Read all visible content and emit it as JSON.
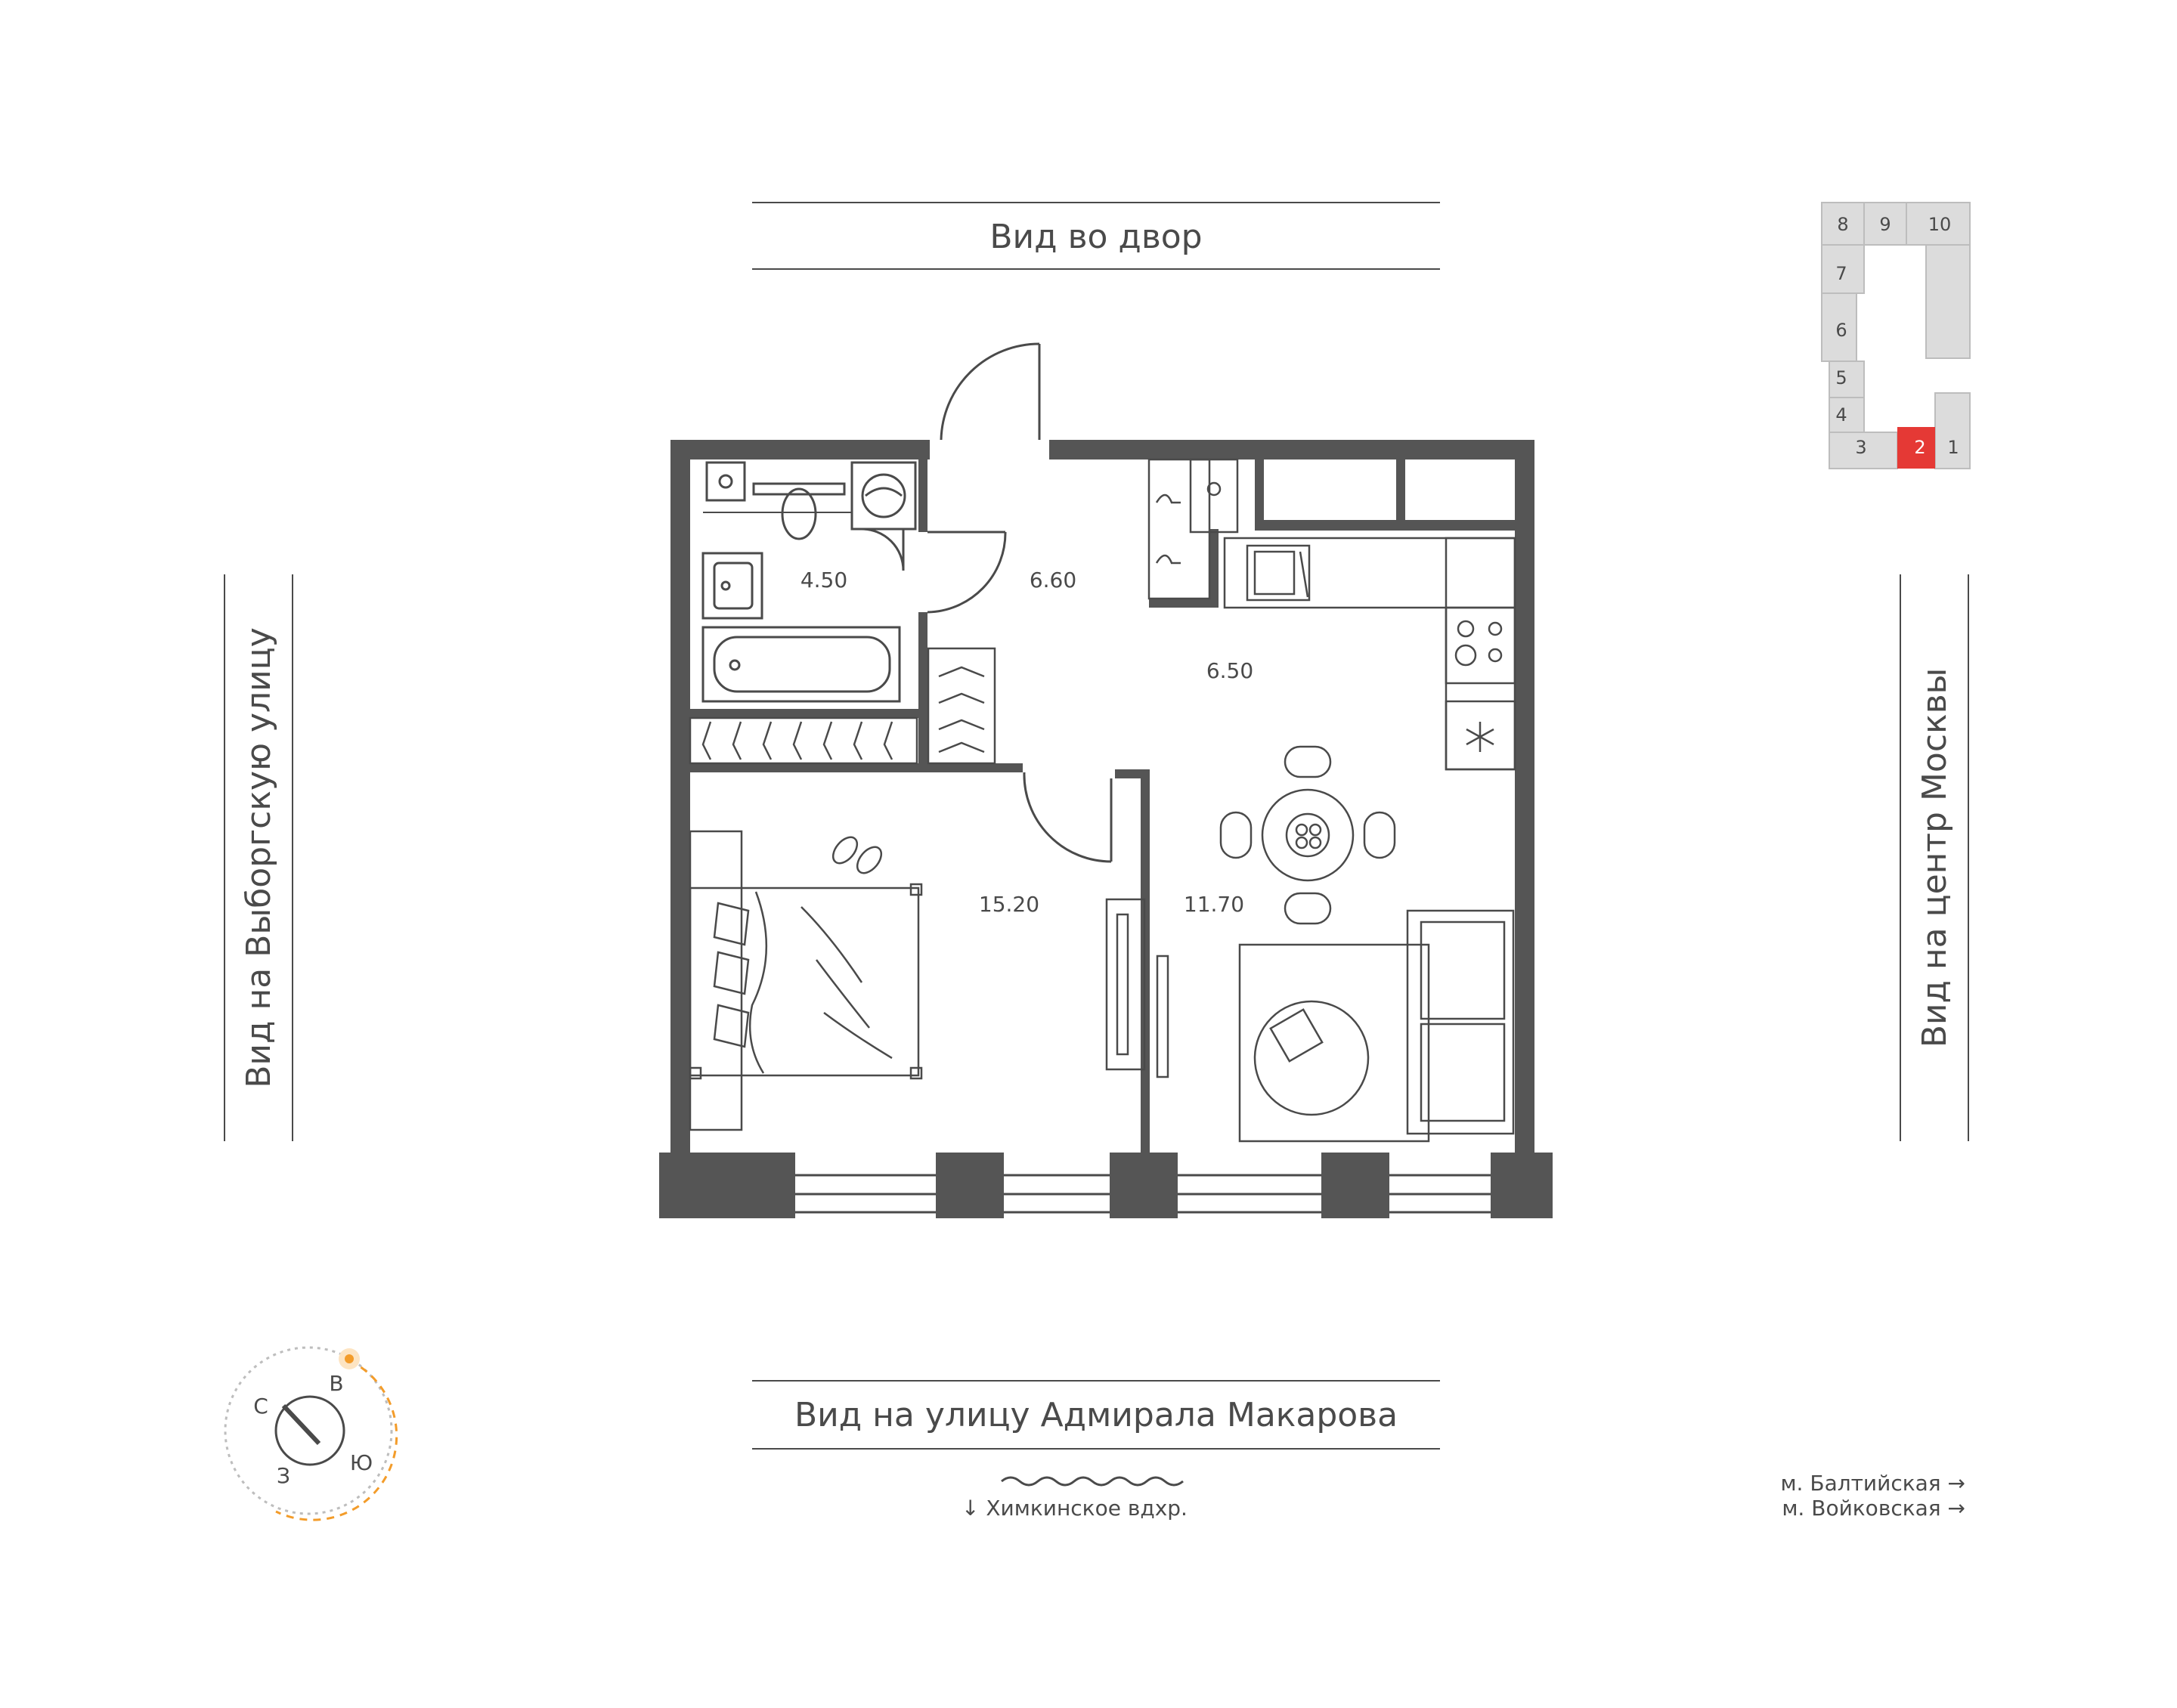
{
  "views": {
    "top": "Вид во двор",
    "bottom": "Вид на улицу Адмирала Макарова",
    "left": "Вид на Выборгскую улицу",
    "right": "Вид на центр Москвы"
  },
  "rooms": {
    "bathroom": "4.50",
    "hall": "6.60",
    "kitchen": "6.50",
    "bedroom": "15.20",
    "living": "11.70"
  },
  "water": {
    "label": "↓  Химкинское вдхр."
  },
  "metro": {
    "line1": "м. Балтийская →",
    "line2": "м. Войковская →"
  },
  "compass": {
    "s": "С",
    "v": "В",
    "yu": "Ю",
    "z": "З"
  },
  "building": {
    "sections": [
      "1",
      "2",
      "3",
      "4",
      "5",
      "6",
      "7",
      "8",
      "9",
      "10"
    ],
    "highlight_color": "#e53935"
  },
  "colors": {
    "wall": "#555555",
    "line": "#4a4a4a",
    "accent": "#f39c2a"
  }
}
